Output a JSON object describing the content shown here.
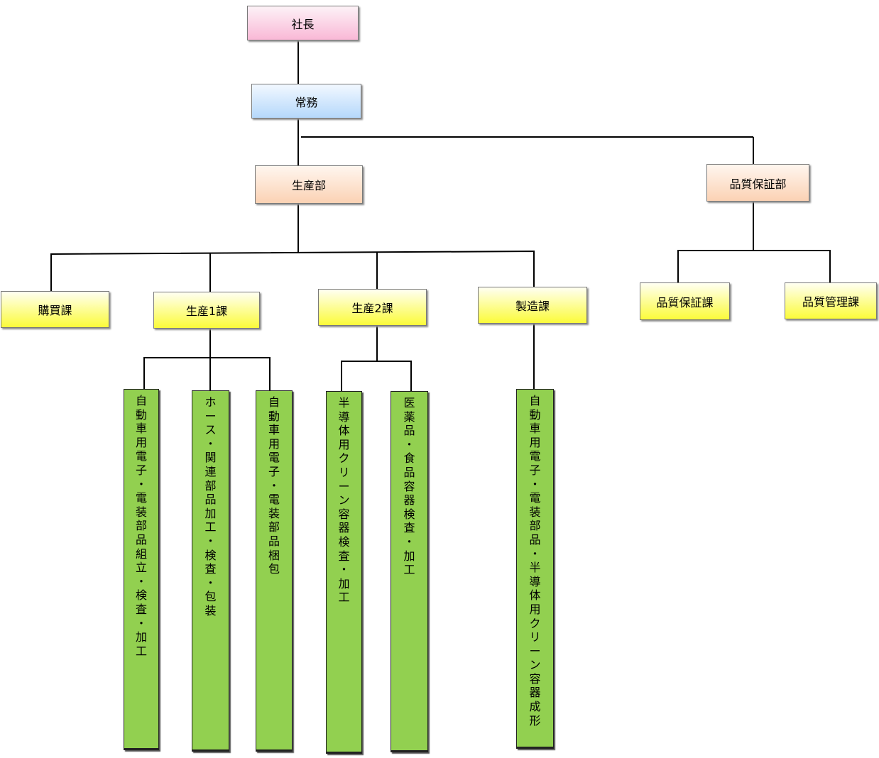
{
  "president": "社長",
  "managing_director": "常務",
  "production_dept": {
    "name": "生産部",
    "sections": {
      "purchasing": "購買課",
      "production1": {
        "name": "生産1課",
        "units": [
          "自動車用電子・電装部品組立・検査・加工",
          "ホース・関連部品加工・検査・包装",
          "自動車用電子・電装部品梱包"
        ]
      },
      "production2": {
        "name": "生産2課",
        "units": [
          "半導体用クリーン容器検査・加工",
          "医薬品・食品容器検査・加工"
        ]
      },
      "manufacturing": {
        "name": "製造課",
        "units": [
          "自動車用電子・電装部品・半導体用クリーン容器成形"
        ]
      }
    }
  },
  "qa_dept": {
    "name": "品質保証部",
    "sections": {
      "qa": "品質保証課",
      "qc": "品質管理課"
    }
  }
}
